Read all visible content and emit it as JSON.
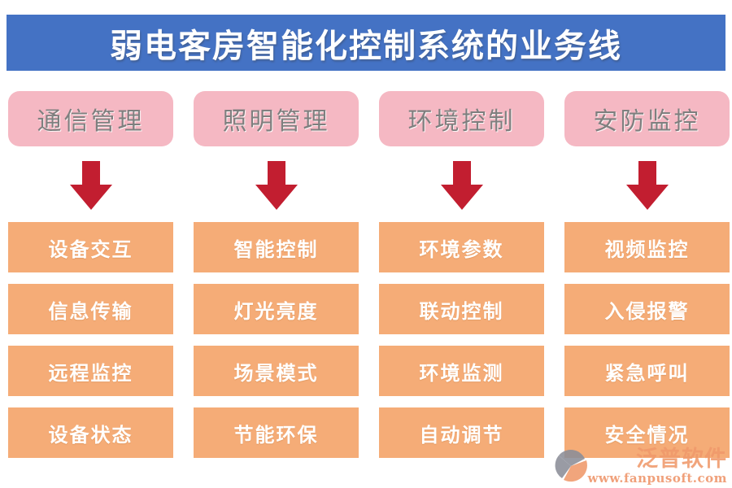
{
  "title": "弱电客房智能化控制系统的业务线",
  "colors": {
    "title_bar_bg": "#4472C4",
    "title_text": "#FFFFFF",
    "category_bg": "#F5B8C3",
    "category_text": "#7F7F7F",
    "item_bg": "#F5AC77",
    "item_text": "#FFFFFF",
    "arrow": "#C21E30",
    "watermark_text": "#F0996B"
  },
  "columns": [
    {
      "label": "通信管理",
      "items": [
        "设备交互",
        "信息传输",
        "远程监控",
        "设备状态"
      ]
    },
    {
      "label": "照明管理",
      "items": [
        "智能控制",
        "灯光亮度",
        "场景模式",
        "节能环保"
      ]
    },
    {
      "label": "环境控制",
      "items": [
        "环境参数",
        "联动控制",
        "环境监测",
        "自动调节"
      ]
    },
    {
      "label": "安防监控",
      "items": [
        "视频监控",
        "入侵报警",
        "紧急呼叫",
        "安全情况"
      ]
    }
  ],
  "watermark": {
    "brand": "泛普软件",
    "url": "www.fanpusoft.com"
  }
}
